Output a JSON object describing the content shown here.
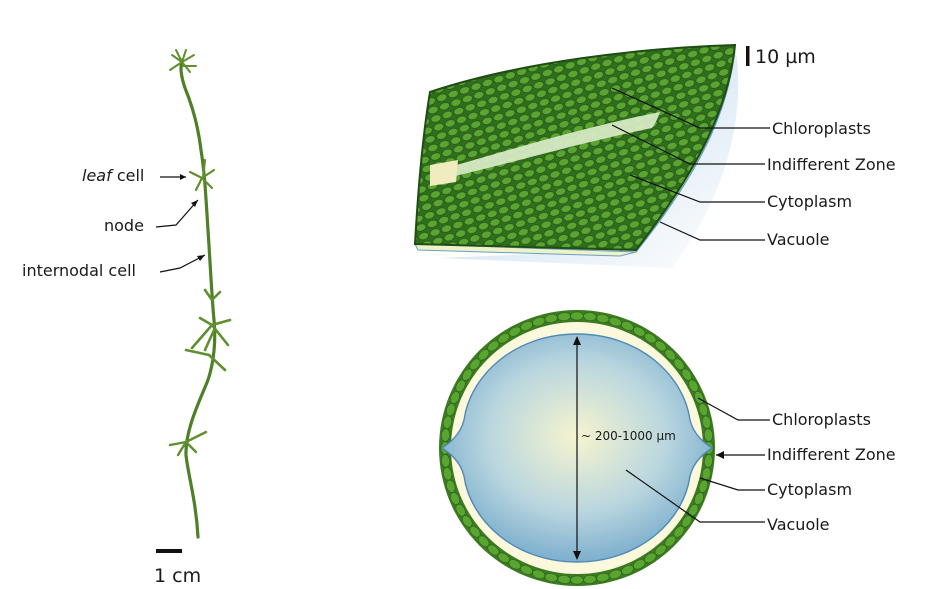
{
  "plant": {
    "labels": {
      "leaf_cell_italic": "leaf",
      "leaf_cell_rest": " cell",
      "node": "node",
      "internodal_cell": "internodal cell"
    },
    "scale_bar": "1 cm"
  },
  "section_3d": {
    "scale_bar": "10 µm",
    "labels": [
      "Chloroplasts",
      "Indifferent Zone",
      "Cytoplasm",
      "Vacuole"
    ]
  },
  "cross_section": {
    "diameter": "~ 200-1000 µm",
    "labels": [
      "Chloroplasts",
      "Indifferent Zone",
      "Cytoplasm",
      "Vacuole"
    ]
  },
  "colors": {
    "stem": "#5f8f2e",
    "stem_dark": "#3f6b1f",
    "chloroplast": "#5aa532",
    "chloroplast_edge": "#2e6a1a",
    "cytoplasm": "#fbf8dc",
    "vacuole_center": "#f6f4cf",
    "vacuole_edge": "#6fa6c9"
  }
}
